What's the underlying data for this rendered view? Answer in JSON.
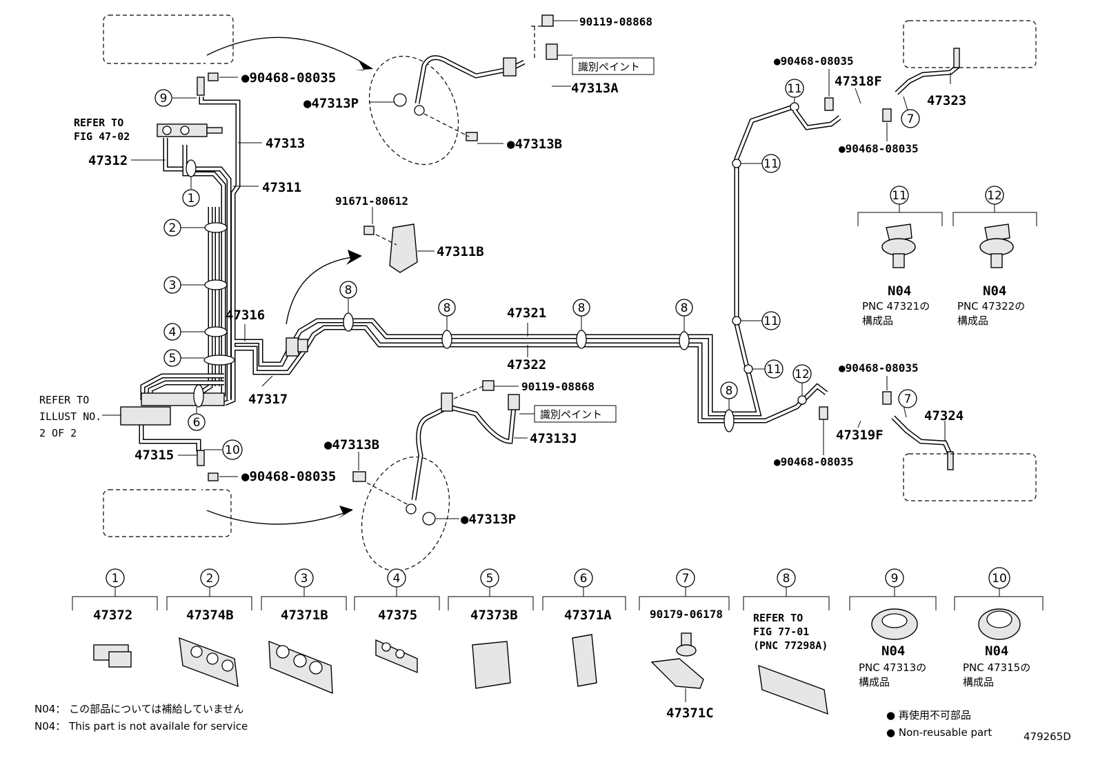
{
  "parts": {
    "p47313": "47313",
    "p47311": "47311",
    "p47312": "47312",
    "p47316": "47316",
    "p47317": "47317",
    "p47315": "47315",
    "p47321": "47321",
    "p47322": "47322",
    "p47313A": "47313A",
    "p47313B_top": "●47313B",
    "p47313P_top": "●47313P",
    "p47313J": "47313J",
    "p47313B_bot": "●47313B",
    "p47313P_bot": "●47313P",
    "p47311B": "47311B",
    "p91671": "91671-80612",
    "p90119_top": "90119-08868",
    "p90119_bot": "90119-08868",
    "p90468_a": "●90468-08035",
    "p90468_b": "●90468-08035",
    "p90468_c": "●90468-08035",
    "p90468_d": "●90468-08035",
    "p90468_e": "●90468-08035",
    "p90468_f": "●90468-08035",
    "p47318F": "47318F",
    "p47319F": "47319F",
    "p47323": "47323",
    "p47324": "47324"
  },
  "paint_label": "識別ペイント",
  "refer_top": [
    "REFER TO",
    "FIG 47-02"
  ],
  "refer_left": [
    "REFER TO",
    "ILLUST NO.",
    "2 OF 2"
  ],
  "callouts": {
    "c1": "1",
    "c2": "2",
    "c3": "3",
    "c4": "4",
    "c5": "5",
    "c6": "6",
    "c7": "7",
    "c8": "8",
    "c9": "9",
    "c10": "10",
    "c11": "11",
    "c12": "12"
  },
  "clip_detail_11": {
    "num": "11",
    "code": "N04",
    "pnc": "PNC 47321の",
    "sub": "構成品"
  },
  "clip_detail_12": {
    "num": "12",
    "code": "N04",
    "pnc": "PNC 47322の",
    "sub": "構成品"
  },
  "legend_items": [
    {
      "num": "1",
      "part": "47372"
    },
    {
      "num": "2",
      "part": "47374B"
    },
    {
      "num": "3",
      "part": "47371B"
    },
    {
      "num": "4",
      "part": "47375"
    },
    {
      "num": "5",
      "part": "47373B"
    },
    {
      "num": "6",
      "part": "47371A"
    },
    {
      "num": "7",
      "part": "90179-06178",
      "bottom": "47371C"
    },
    {
      "num": "8",
      "lines": [
        "REFER TO",
        "FIG 77-01",
        "(PNC 77298A)"
      ]
    },
    {
      "num": "9",
      "code": "N04",
      "pnc": "PNC 47313の",
      "sub": "構成品"
    },
    {
      "num": "10",
      "code": "N04",
      "pnc": "PNC 47315の",
      "sub": "構成品"
    }
  ],
  "footnotes": {
    "n04_jp": "N04： この部品については補給していません",
    "n04_en": "N04： This part is not availale for service",
    "nonreuse_jp": "● 再使用不可部品",
    "nonreuse_en": "● Non-reusable part",
    "fig_id": "479265D"
  }
}
